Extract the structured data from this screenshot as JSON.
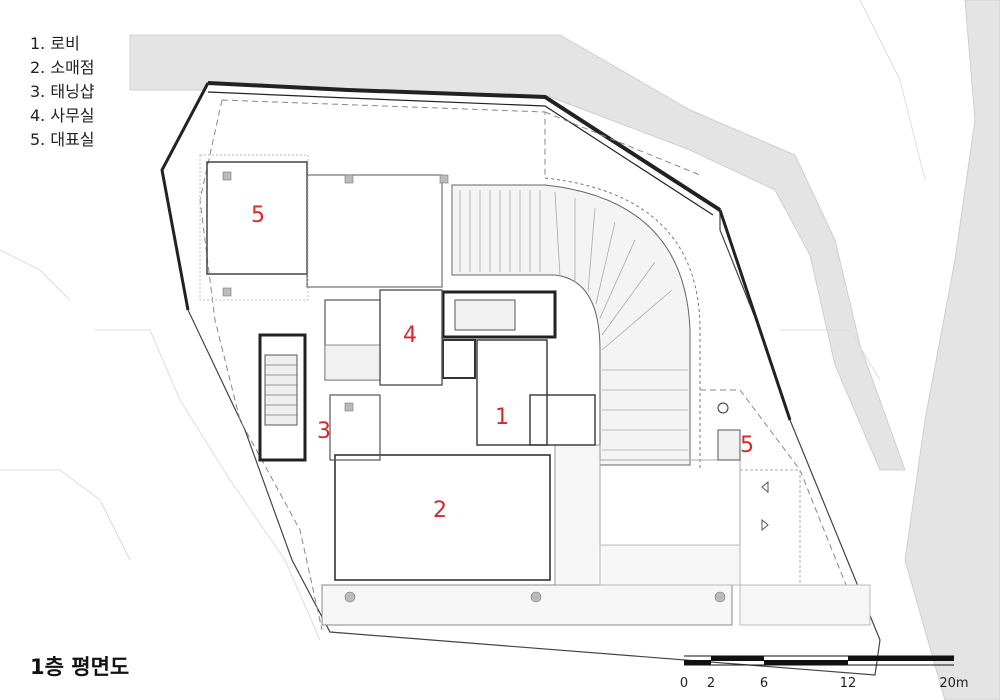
{
  "legend": {
    "items": [
      {
        "num": "1.",
        "name": "로비"
      },
      {
        "num": "2.",
        "name": "소매점"
      },
      {
        "num": "3.",
        "name": "태닝샵"
      },
      {
        "num": "4.",
        "name": "사무실"
      },
      {
        "num": "5.",
        "name": "대표실"
      }
    ]
  },
  "plan_title": "1층 평면도",
  "rooms": [
    {
      "label": "5"
    },
    {
      "label": "4"
    },
    {
      "label": "3"
    },
    {
      "label": "1"
    },
    {
      "label": "2"
    },
    {
      "label": "5"
    }
  ],
  "scale_bar": {
    "labels": [
      "0",
      "2",
      "6",
      "12",
      "20m"
    ]
  },
  "colors": {
    "room_label": "#d8282b",
    "road": "#e4e4e4",
    "wall": "#333333"
  }
}
